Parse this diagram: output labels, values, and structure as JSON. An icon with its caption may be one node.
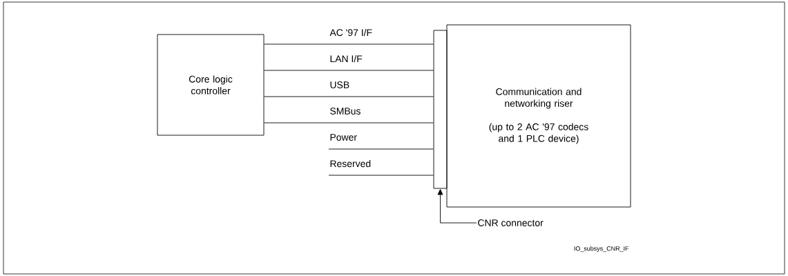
{
  "diagram": {
    "nodes": [
      {
        "text": [
          "Core logic controller"
        ]
      },
      {
        "text": [],
        "shape": "bar"
      },
      {
        "text": [
          "Communication and networking riser",
          "(up to 2 AC '97 codecs and 1 PLC device)"
        ]
      },
      {
        "text": [
          "CNR connector"
        ]
      }
    ],
    "edges": [
      {
        "from": 0,
        "to": 1,
        "arrow": "none",
        "label": "AC '97 I/F"
      },
      {
        "from": 0,
        "to": 1,
        "arrow": "none",
        "label": "LAN I/F"
      },
      {
        "from": 0,
        "to": 1,
        "arrow": "none",
        "label": "USB"
      },
      {
        "from": 0,
        "to": 1,
        "arrow": "none",
        "label": "SMBus"
      },
      {
        "from": null,
        "to": 1,
        "arrow": "none",
        "label": "Power"
      },
      {
        "from": null,
        "to": 1,
        "arrow": "none",
        "label": "Reserved"
      },
      {
        "from": 3,
        "to": 1,
        "arrow": "to"
      }
    ],
    "labels": [
      "IO_subsys_CNR_IF"
    ]
  }
}
